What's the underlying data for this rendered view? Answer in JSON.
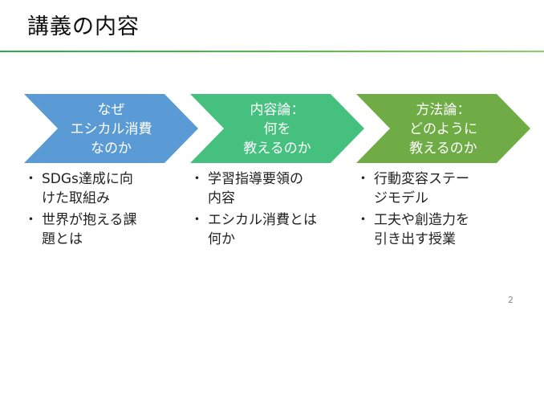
{
  "slide": {
    "title": "講義の内容",
    "page_number": "2",
    "colors": {
      "title_rule": "#3fae4a",
      "chevron_1": "#5b9bd5",
      "chevron_2": "#45c07f",
      "chevron_3": "#6fac46"
    }
  },
  "chevrons": [
    {
      "lines": [
        "なぜ",
        "エシカル消費",
        "なのか"
      ]
    },
    {
      "lines": [
        "内容論：",
        "何を",
        "教えるのか"
      ]
    },
    {
      "lines": [
        "方法論：",
        "どのように",
        "教えるのか"
      ]
    }
  ],
  "columns": [
    {
      "bullets": [
        {
          "mark": "・",
          "lines": [
            "SDGs達成に向",
            "けた取組み"
          ]
        },
        {
          "mark": "・",
          "lines": [
            "世界が抱える課",
            "題とは"
          ]
        }
      ]
    },
    {
      "bullets": [
        {
          "mark": "・",
          "lines": [
            "学習指導要領の",
            "内容"
          ]
        },
        {
          "mark": "・",
          "lines": [
            "エシカル消費とは",
            "何か"
          ]
        }
      ]
    },
    {
      "bullets": [
        {
          "mark": "・",
          "lines": [
            "行動変容ステー",
            "ジモデル"
          ]
        },
        {
          "mark": "・",
          "lines": [
            "工夫や創造力を",
            "引き出す授業"
          ]
        }
      ]
    }
  ]
}
